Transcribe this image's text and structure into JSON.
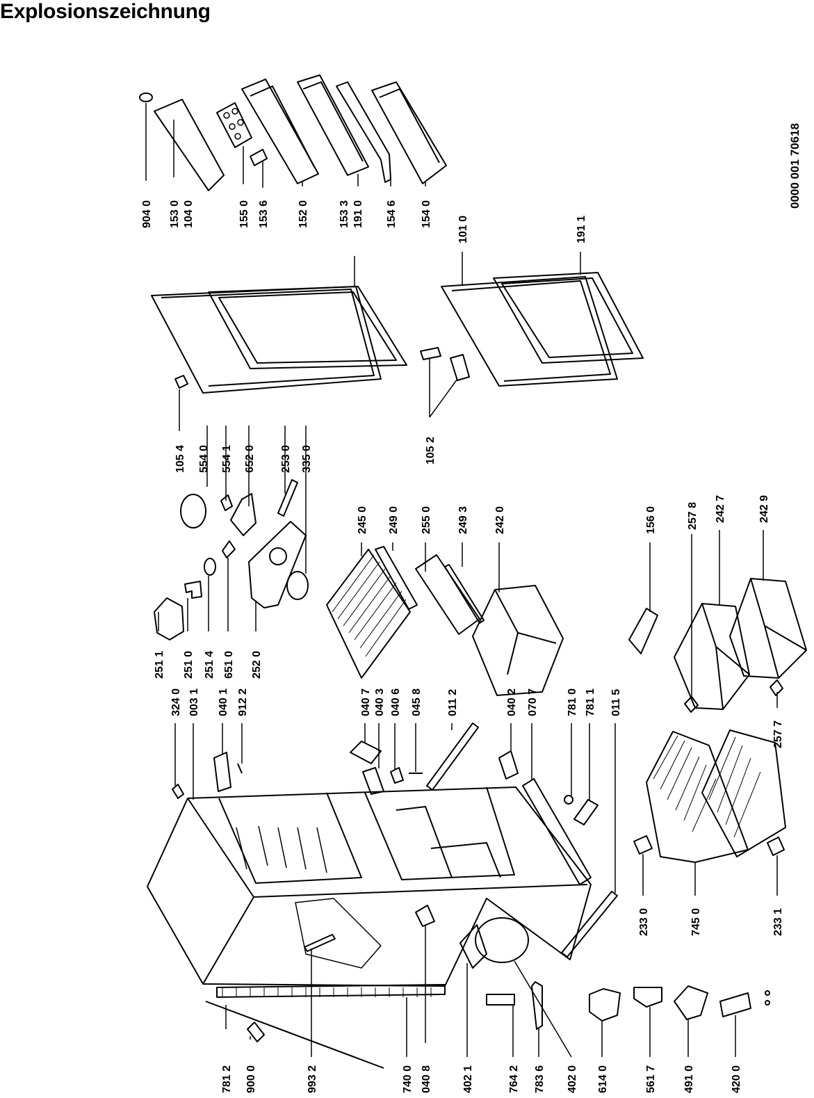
{
  "header": {
    "title": "Explosionszeichnung"
  },
  "document": {
    "number": "0000 001 70618"
  },
  "labels": [
    "904 0",
    "153 0",
    "104 0",
    "155 0",
    "153 6",
    "152 0",
    "153 3",
    "191 0",
    "154 6",
    "154 0",
    "101 0",
    "191 1",
    "105 4",
    "554 0",
    "554 1",
    "652 0",
    "253 0",
    "335 0",
    "105 2",
    "251 1",
    "251 0",
    "251 4",
    "651 0",
    "252 0",
    "245 0",
    "249 0",
    "255 0",
    "249 3",
    "242 0",
    "156 0",
    "257 8",
    "242 7",
    "242 9",
    "257 7",
    "324 0",
    "003 1",
    "040 1",
    "912 2",
    "040 7",
    "040 3",
    "040 6",
    "045 8",
    "011 2",
    "040 2",
    "070 7",
    "781 0",
    "781 1",
    "011 5",
    "233 0",
    "745 0",
    "233 1",
    "781 2",
    "900 0",
    "993 2",
    "740 0",
    "040 8",
    "402 1",
    "764 2",
    "783 6",
    "402 0",
    "614 0",
    "561 7",
    "491 0",
    "420 0"
  ]
}
